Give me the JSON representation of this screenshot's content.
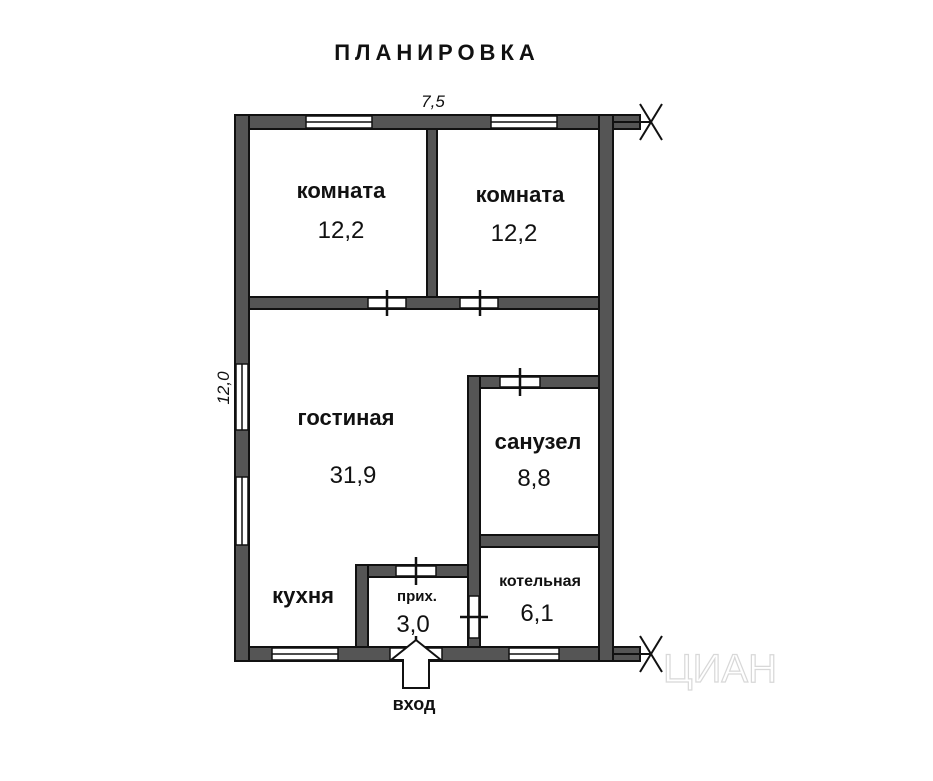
{
  "title": "ПЛАНИРОВКА",
  "dimensions": {
    "width": "7,5",
    "height": "12,0"
  },
  "rooms": {
    "room1": {
      "name": "комната",
      "area": "12,2"
    },
    "room2": {
      "name": "комната",
      "area": "12,2"
    },
    "living": {
      "name": "гостиная",
      "area": "31,9"
    },
    "kitchen": {
      "name": "кухня"
    },
    "bathroom": {
      "name": "санузел",
      "area": "8,8"
    },
    "boiler": {
      "name": "котельная",
      "area": "6,1"
    },
    "hall": {
      "name": "прих.",
      "area": "3,0"
    }
  },
  "entrance": {
    "label": "вход"
  },
  "watermark": "ЦИАН",
  "colors": {
    "wall": "#555555",
    "line": "#111111",
    "background": "#ffffff"
  }
}
